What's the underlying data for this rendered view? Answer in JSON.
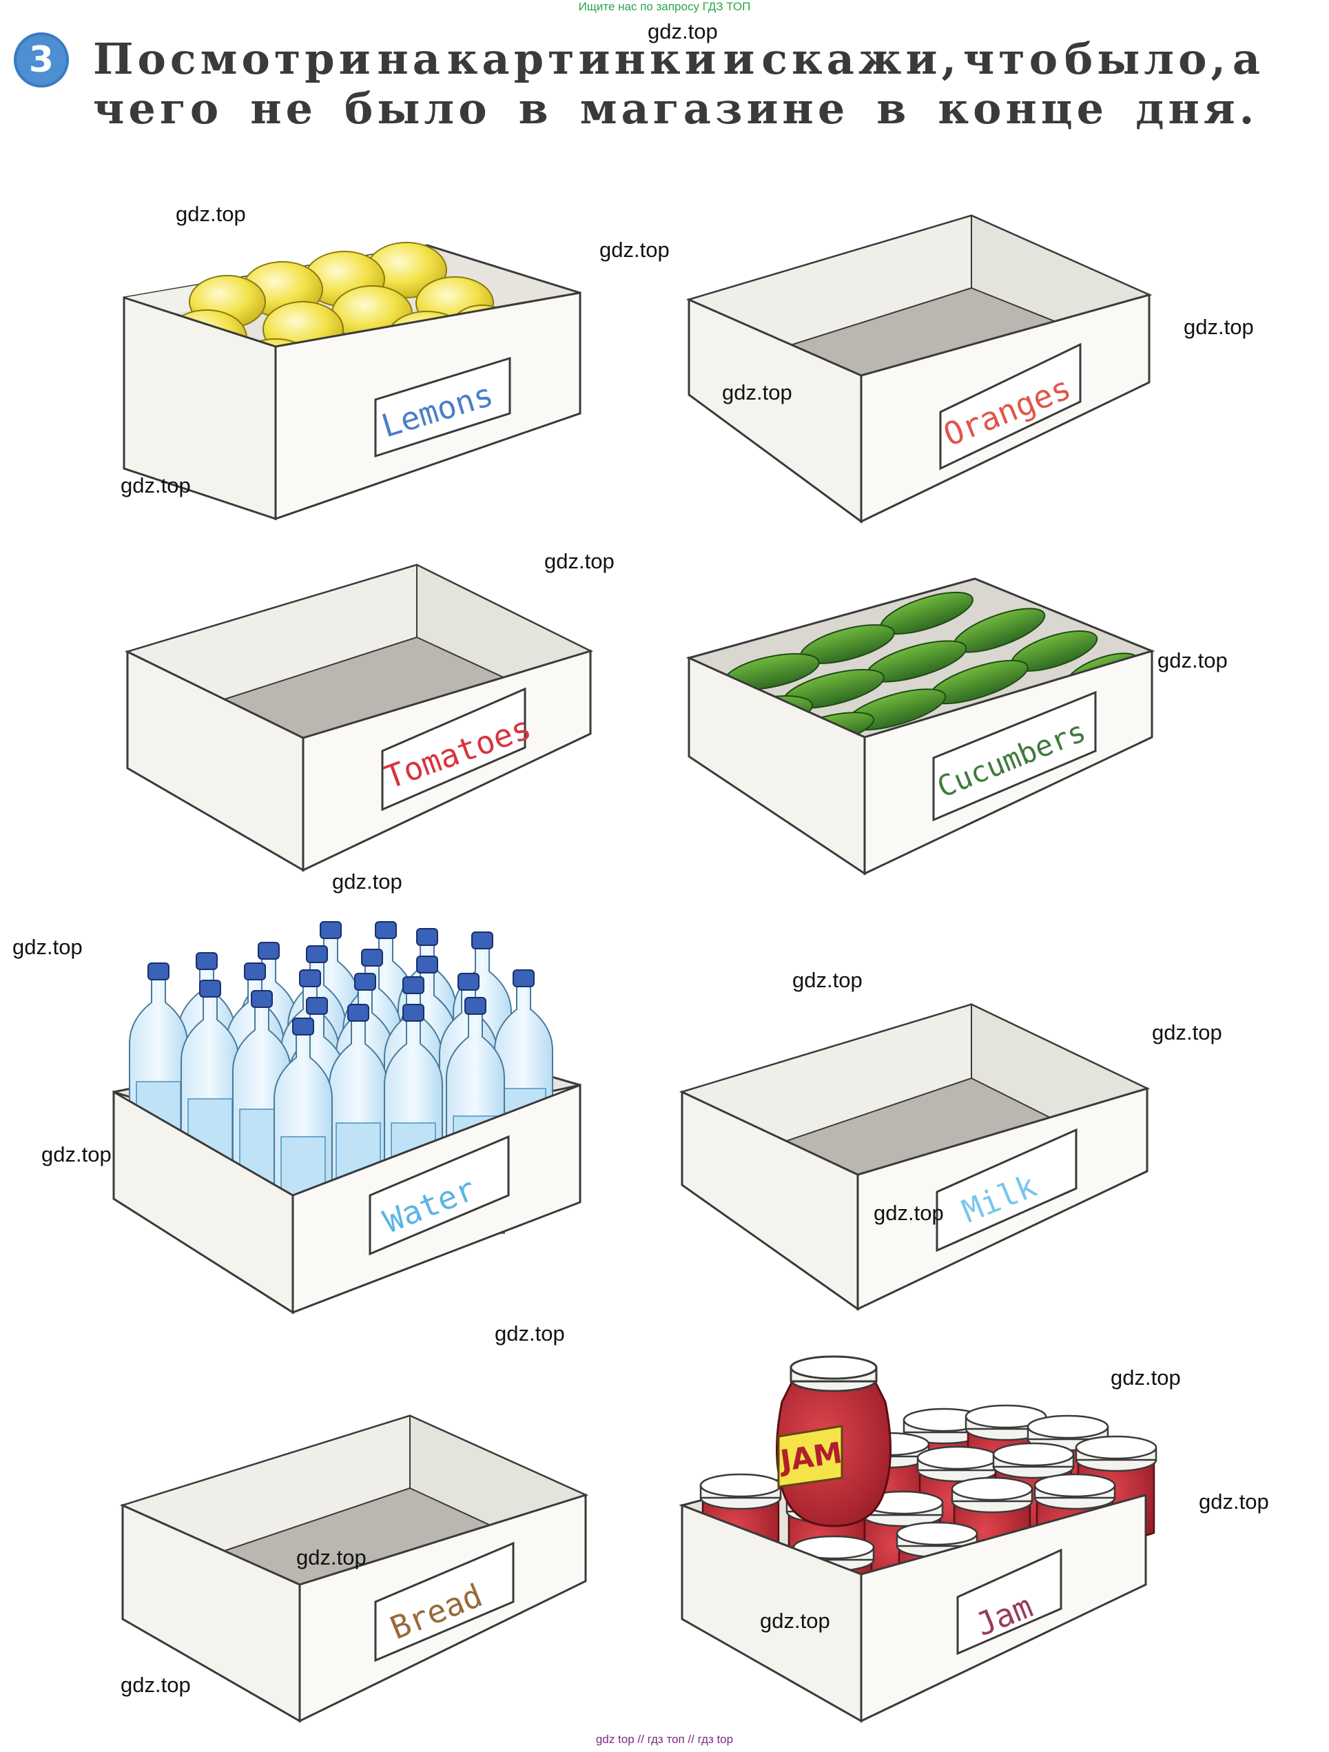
{
  "header": {
    "top_note": "Ищите нас по запросу ГДЗ ТОП",
    "bottom_note": "gdz top  //  гдз топ  //  гдз top"
  },
  "exercise": {
    "number": "3",
    "line1": [
      "Посмотри",
      "на",
      "картинки",
      "и",
      "скажи,",
      "что",
      "было,",
      "а"
    ],
    "line2": [
      "чего",
      "не",
      "было",
      "в",
      "магазине",
      "в",
      "конце",
      "дня."
    ]
  },
  "boxes": [
    {
      "label": "Lemons",
      "color": "#4a7fc8",
      "contents": "lemons"
    },
    {
      "label": "Oranges",
      "color": "#e0564a",
      "contents": "empty"
    },
    {
      "label": "Tomatoes",
      "color": "#d8343e",
      "contents": "empty"
    },
    {
      "label": "Cucumbers",
      "color": "#3f7a3a",
      "contents": "cucumbers"
    },
    {
      "label": "Water",
      "color": "#5ab4e6",
      "contents": "water-bottles"
    },
    {
      "label": "Milk",
      "color": "#78c6ec",
      "contents": "empty"
    },
    {
      "label": "Bread",
      "color": "#9a6a3a",
      "contents": "empty"
    },
    {
      "label": "Jam",
      "color": "#9a3a5a",
      "contents": "jam-jars"
    }
  ],
  "jam_jar_label": "JAM",
  "watermark": "gdz.top"
}
